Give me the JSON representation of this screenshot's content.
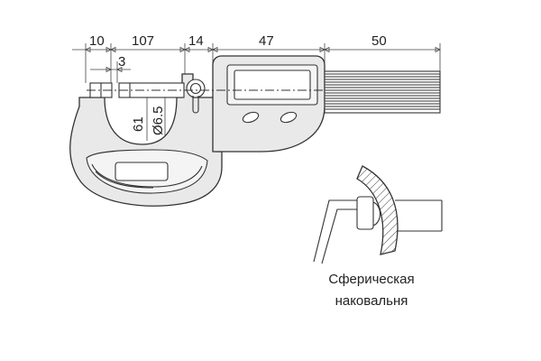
{
  "dimensions": {
    "d10": "10",
    "d107": "107",
    "d14": "14",
    "d47": "47",
    "d50": "50",
    "d3": "3",
    "d61": "61",
    "d65": "Ø6.5"
  },
  "inset": {
    "caption_line1": "Сферическая",
    "caption_line2": "наковальня"
  }
}
